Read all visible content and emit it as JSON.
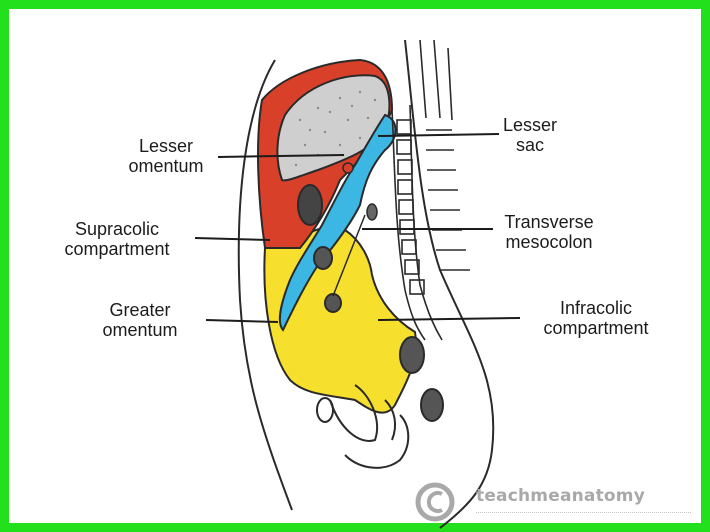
{
  "colors": {
    "frame": "#22e11c",
    "outline": "#2a2a2a",
    "supracolic": "#d9402a",
    "infracolic": "#f6df2d",
    "lesser_sac": "#3cb7e3",
    "liver_fill": "#cfcfcf",
    "watermark": "#a9a9a9"
  },
  "labels": {
    "lesser_omentum": {
      "line1": "Lesser",
      "line2": "omentum"
    },
    "lesser_sac": {
      "line1": "Lesser",
      "line2": "sac"
    },
    "supracolic": {
      "line1": "Supracolic",
      "line2": "compartment"
    },
    "transverse_mesocolon": {
      "line1": "Transverse",
      "line2": "mesocolon"
    },
    "greater_omentum": {
      "line1": "Greater",
      "line2": "omentum"
    },
    "infracolic": {
      "line1": "Infracolic",
      "line2": "compartment"
    }
  },
  "watermark": {
    "icon": "copyright-icon",
    "text": "teachmeanatomy"
  }
}
